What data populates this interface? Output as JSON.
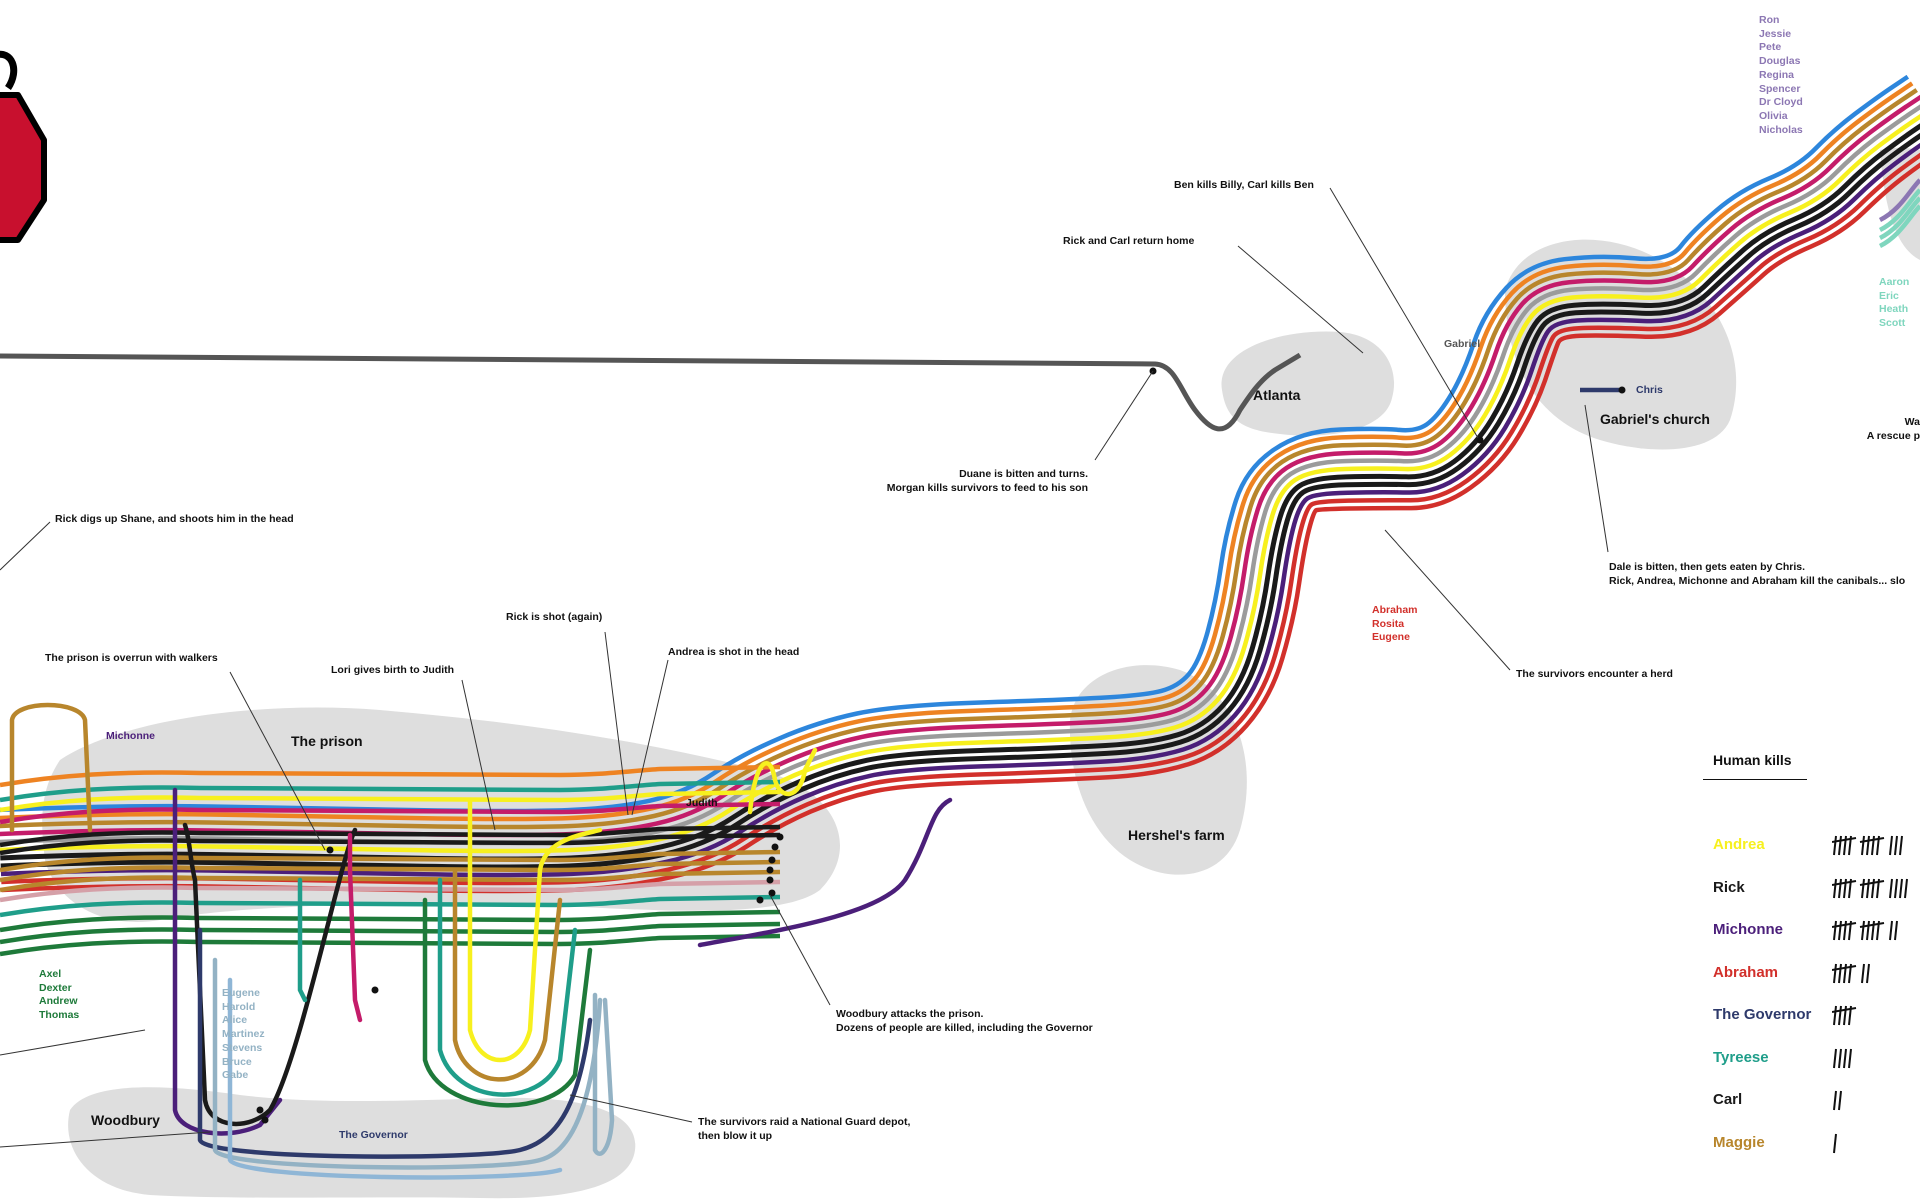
{
  "colors": {
    "rick": "#1a1a1a",
    "carl": "#555555",
    "andrea": "#f7f01e",
    "michonne": "#4b1f7a",
    "abraham": "#d2302b",
    "governor": "#2e3a6b",
    "tyreese": "#1f9e8a",
    "maggie": "#b8862c",
    "glenn": "#2d86dc",
    "orange": "#ee8322",
    "magenta": "#c41c6a",
    "gray": "#9b9b9b",
    "green": "#1e7a3a",
    "pink": "#d5a0a8",
    "steel": "#93b2c4",
    "paleblue": "#8fb6d6",
    "aqua": "#7fd6be",
    "lavender": "#8c77b3",
    "blob": "#dedede",
    "stop_red": "#c8102e"
  },
  "places": {
    "atlanta": "Atlanta",
    "hershels_farm": "Hershel's farm",
    "prison": "The prison",
    "woodbury": "Woodbury",
    "gabriels_church": "Gabriel's church"
  },
  "events": {
    "ben_kills": "Ben kills Billy, Carl kills Ben",
    "return_home": "Rick and Carl return home",
    "duane_1": "Duane is bitten and turns.",
    "duane_2": "Morgan kills survivors to feed to his son",
    "shane": "Rick digs up Shane, and shoots him in the head",
    "prison_overrun": "The prison is overrun with walkers",
    "lori": "Lori gives birth to Judith",
    "rick_shot": "Rick is shot (again)",
    "andrea_shot": "Andrea is shot in the head",
    "dale_1": "Dale is bitten, then gets eaten by Chris.",
    "dale_2": "Rick, Andrea, Michonne and Abraham kill the canibals... slo",
    "herd": "The survivors encounter a herd",
    "woodbury_attack_1": "Woodbury attacks the prison.",
    "woodbury_attack_2": "Dozens of people are killed, including the Governor",
    "depot_1": "The survivors raid a National Guard depot,",
    "depot_2": "then blow it up",
    "rescue_1": "Wa",
    "rescue_2": "A rescue p"
  },
  "characters": {
    "gabriel": "Gabriel",
    "chris": "Chris",
    "judith": "Judith",
    "michonne": "Michonne",
    "the_governor": "The Governor",
    "alexandria": [
      "Ron",
      "Jessie",
      "Pete",
      "Douglas",
      "Regina",
      "Spencer",
      "Dr Cloyd",
      "Olivia",
      "Nicholas"
    ],
    "recruiters": [
      "Aaron",
      "Eric",
      "Heath",
      "Scott"
    ],
    "abraham_group": [
      "Abraham",
      "Rosita",
      "Eugene"
    ],
    "prisoners": [
      "Axel",
      "Dexter",
      "Andrew",
      "Thomas"
    ],
    "depot_group": [
      "Eugene",
      "Harold",
      "Alice",
      "Martinez",
      "Stevens",
      "Bruce",
      "Gabe"
    ]
  },
  "human_kills": {
    "title": "Human kills",
    "rows": [
      {
        "name": "Andrea",
        "count": 13,
        "color": "#f7f01e"
      },
      {
        "name": "Rick",
        "count": 14,
        "color": "#1a1a1a"
      },
      {
        "name": "Michonne",
        "count": 12,
        "color": "#4b1f7a"
      },
      {
        "name": "Abraham",
        "count": 7,
        "color": "#d2302b"
      },
      {
        "name": "The Governor",
        "count": 5,
        "color": "#2e3a6b"
      },
      {
        "name": "Tyreese",
        "count": 4,
        "color": "#1f9e8a"
      },
      {
        "name": "Carl",
        "count": 2,
        "color": "#1a1a1a"
      },
      {
        "name": "Maggie",
        "count": 1,
        "color": "#b8862c"
      }
    ]
  }
}
